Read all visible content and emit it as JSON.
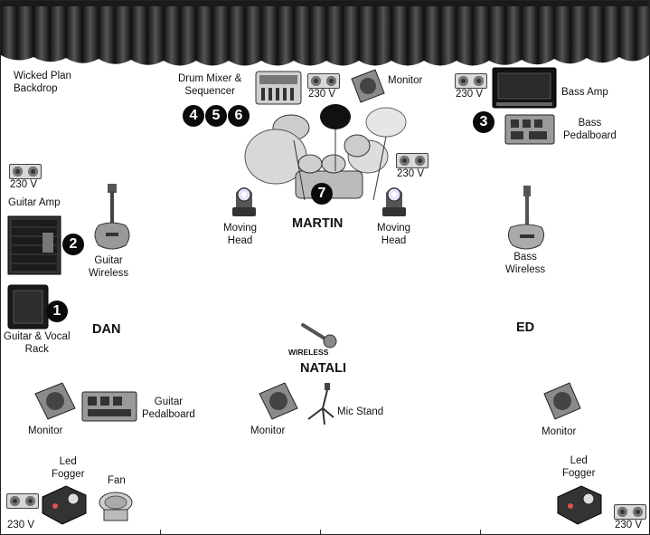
{
  "labels": {
    "backdrop": "Wicked Plan\nBackdrop",
    "drum_mixer": "Drum Mixer &\nSequencer",
    "monitor_top": "Monitor",
    "bass_amp": "Bass Amp",
    "bass_pedalboard": "Bass\nPedalboard",
    "guitar_amp": "Guitar Amp",
    "guitar_wireless": "Guitar\nWireless",
    "moving_head_left": "Moving\nHead",
    "moving_head_right": "Moving\nHead",
    "bass_wireless": "Bass\nWireless",
    "rack": "Guitar & Vocal\nRack",
    "guitar_pedalboard": "Guitar\nPedalboard",
    "monitor_dan": "Monitor",
    "monitor_natali": "Monitor",
    "mic_stand": "Mic Stand",
    "monitor_ed": "Monitor",
    "fogger_left": "Led\nFogger",
    "fan": "Fan",
    "fogger_right": "Led\nFogger",
    "wireless_mic": "WIRELESS"
  },
  "names": {
    "martin": "MARTIN",
    "dan": "DAN",
    "ed": "ED",
    "natali": "NATALI"
  },
  "power": {
    "drum_mixer": "230 V",
    "bass_amp": "230 V",
    "guitar_amp": "230 V",
    "drums": "230 V",
    "fogger_left": "230 V",
    "fogger_right": "230 V"
  },
  "badges": {
    "b1": "1",
    "b2": "2",
    "b3": "3",
    "b4": "4",
    "b5": "5",
    "b6": "6",
    "b7": "7"
  },
  "icons": [
    "curtain-icon",
    "mixer-icon",
    "monitor-icon",
    "bass-amp-icon",
    "pedalboard-icon",
    "drum-kit-icon",
    "moving-head-icon",
    "guitar-amp-icon",
    "electric-guitar-icon",
    "bass-guitar-icon",
    "rack-icon",
    "microphone-icon",
    "mic-stand-icon",
    "fogger-icon",
    "fan-icon",
    "power-outlet-icon"
  ]
}
